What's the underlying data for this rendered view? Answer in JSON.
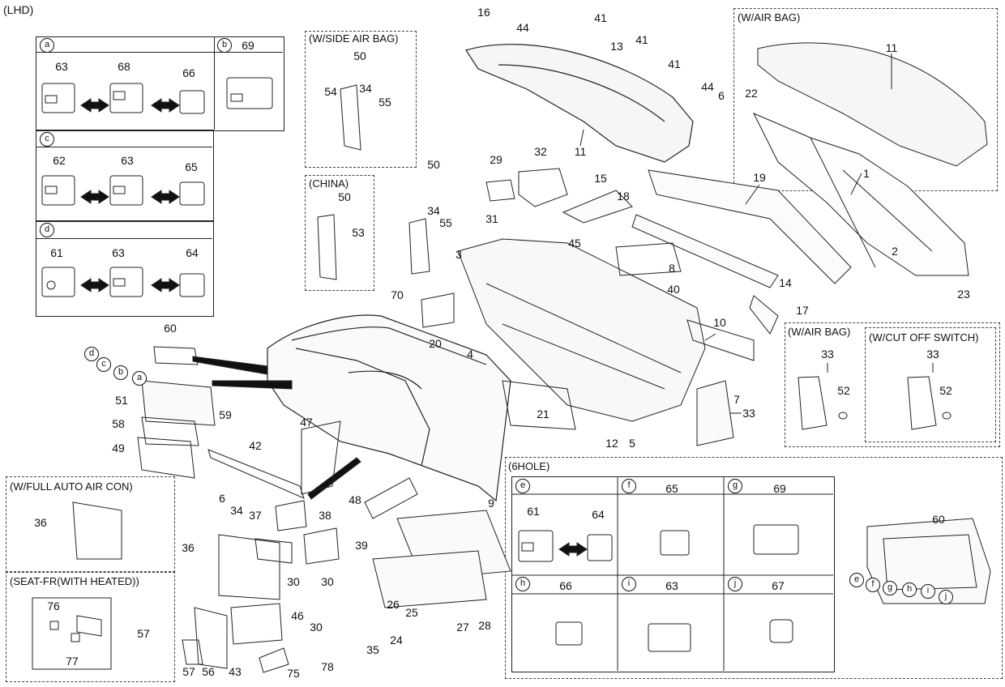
{
  "page": {
    "title": "(LHD)"
  },
  "captions": {
    "side_airbag": "(W/SIDE AIR BAG)",
    "china": "(CHINA)",
    "airbag_top": "(W/AIR BAG)",
    "airbag_right": "(W/AIR BAG)",
    "cutoff": "(W/CUT OFF SWITCH)",
    "six_hole": "(6HOLE)",
    "full_auto": "(W/FULL AUTO AIR CON)",
    "seat_fr": "(SEAT-FR(WITH HEATED))"
  },
  "tables": {
    "switch_box": {
      "a": {
        "letter": "a",
        "parts": [
          "63",
          "68",
          "66"
        ]
      },
      "b": {
        "letter": "b",
        "part": "69"
      },
      "c": {
        "letter": "c",
        "parts": [
          "62",
          "63",
          "65"
        ]
      },
      "d": {
        "letter": "d",
        "parts": [
          "61",
          "63",
          "64"
        ]
      }
    },
    "six_hole": {
      "e": {
        "letter": "e",
        "parts": [
          "61",
          "64"
        ]
      },
      "f": {
        "letter": "f",
        "part": "65"
      },
      "g": {
        "letter": "g",
        "part": "69"
      },
      "h": {
        "letter": "h",
        "part": "66"
      },
      "i": {
        "letter": "i",
        "part": "63"
      },
      "j": {
        "letter": "j",
        "part": "67"
      }
    }
  },
  "callouts": [
    "16",
    "44",
    "41",
    "13",
    "41",
    "41",
    "44",
    "6",
    "22",
    "11",
    "11",
    "50",
    "54",
    "34",
    "55",
    "50",
    "53",
    "29",
    "32",
    "18",
    "15",
    "19",
    "1",
    "50",
    "34",
    "55",
    "31",
    "3",
    "45",
    "8",
    "2",
    "14",
    "23",
    "40",
    "70",
    "20",
    "4",
    "17",
    "10",
    "33",
    "52",
    "33",
    "52",
    "60",
    "51",
    "59",
    "58",
    "49",
    "47",
    "7",
    "21",
    "12",
    "5",
    "33",
    "42",
    "48",
    "9",
    "6",
    "34",
    "37",
    "38",
    "36",
    "36",
    "39",
    "30",
    "30",
    "46",
    "30",
    "35",
    "26",
    "25",
    "24",
    "27",
    "28",
    "76",
    "57",
    "77",
    "57",
    "56",
    "43",
    "75",
    "78",
    "60"
  ],
  "letter_markers": {
    "left": [
      "d",
      "c",
      "b",
      "a"
    ],
    "right": [
      "e",
      "f",
      "g",
      "h",
      "i",
      "j"
    ]
  }
}
